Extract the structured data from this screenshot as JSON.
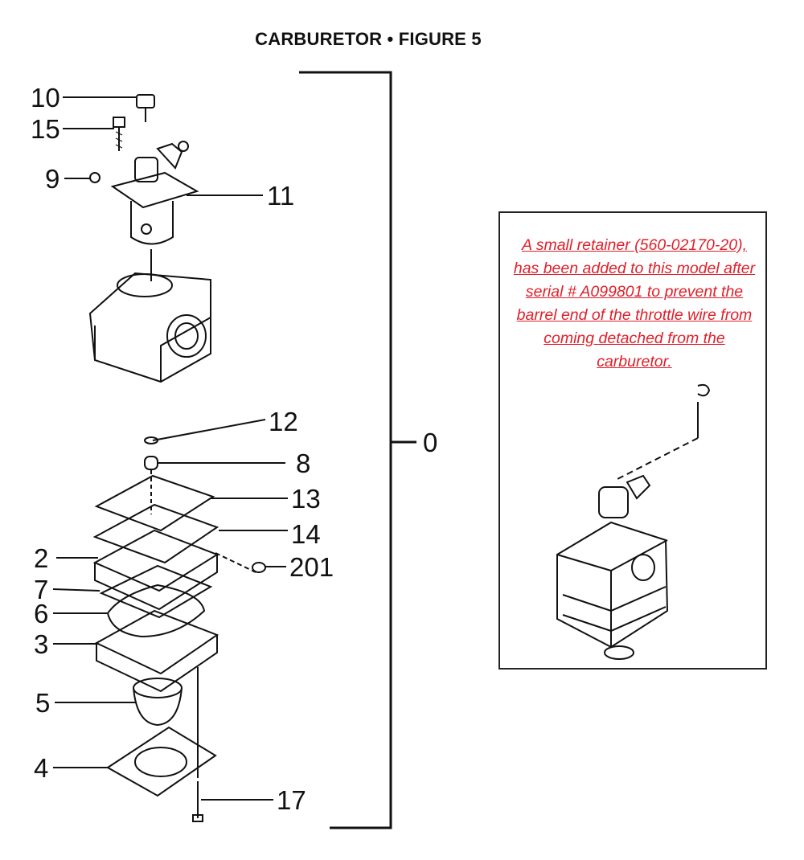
{
  "figure": {
    "title": "CARBURETOR • FIGURE 5"
  },
  "callouts": {
    "c10": "10",
    "c15": "15",
    "c9": "9",
    "c11": "11",
    "c12": "12",
    "c8": "8",
    "c13": "13",
    "c14": "14",
    "c2": "2",
    "c201": "201",
    "c7": "7",
    "c6": "6",
    "c3": "3",
    "c5": "5",
    "c4": "4",
    "c17": "17",
    "c0": "0"
  },
  "note": {
    "text": "A small retainer (560-02170-20), has been added to this model after serial # A099801 to prevent the barrel end of the throttle wire from coming detached from the carburetor.",
    "color": "#e0202a"
  },
  "colors": {
    "line": "#111111",
    "note_border": "#222222"
  }
}
